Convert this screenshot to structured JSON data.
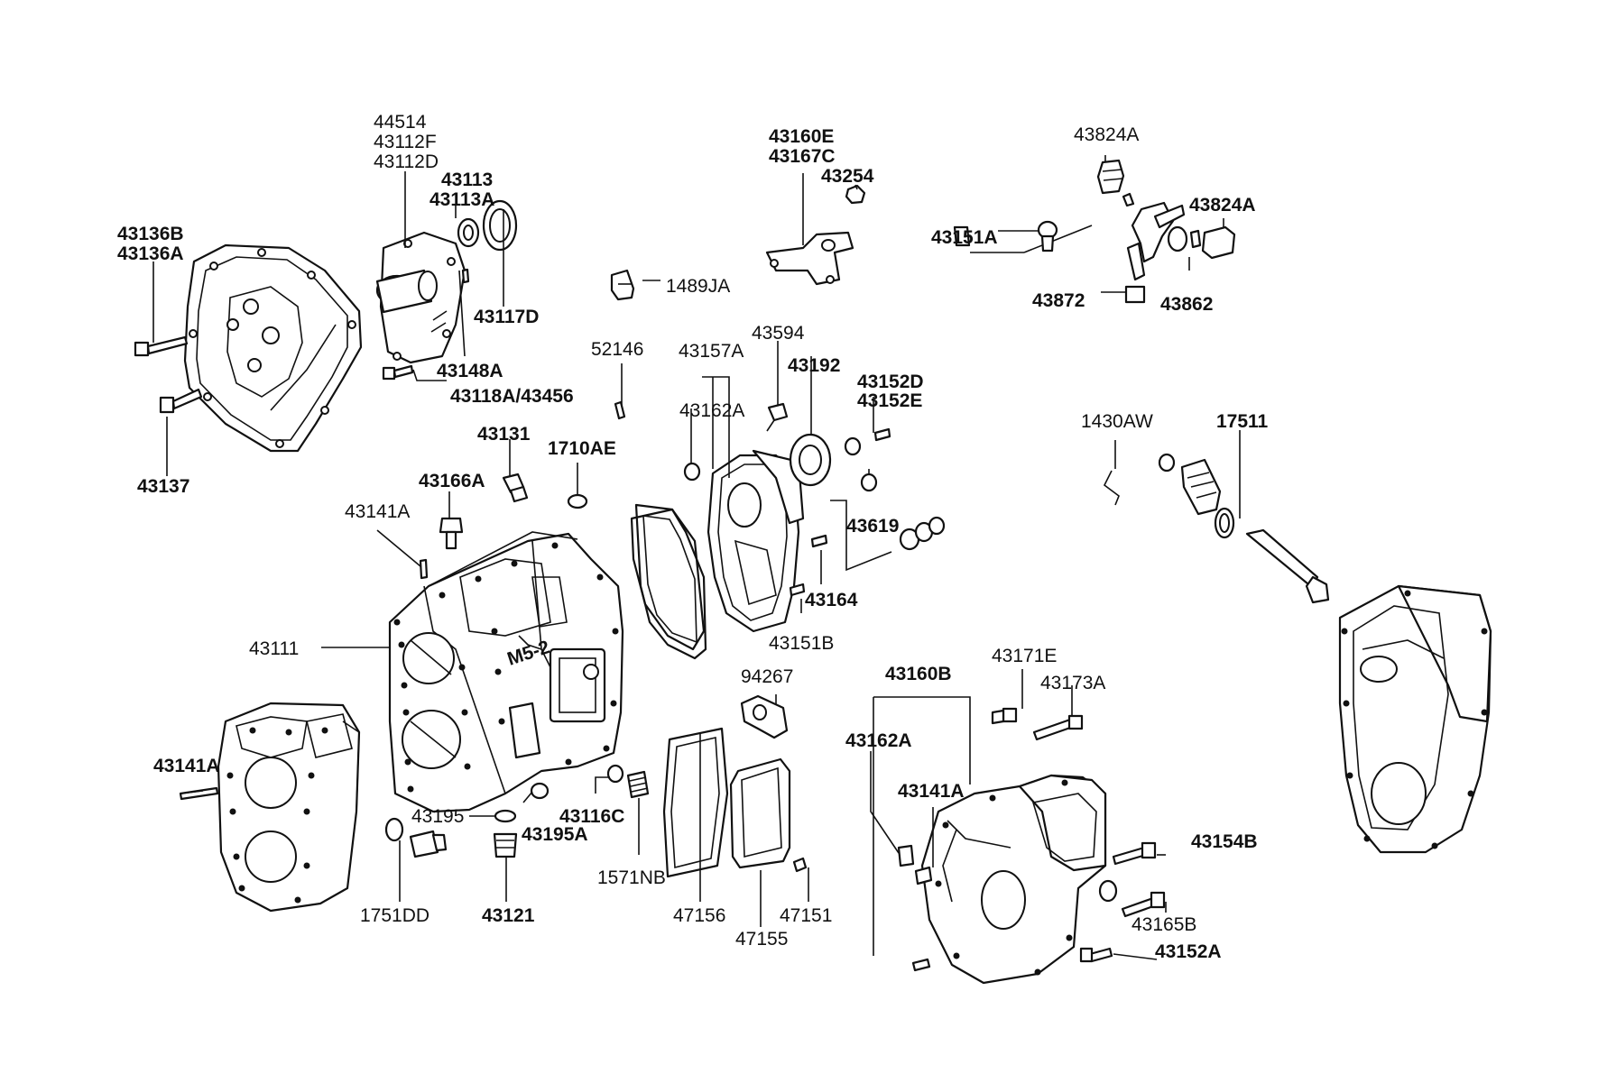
{
  "diagram": {
    "labels": [
      {
        "id": "44514",
        "text": "44514"
      },
      {
        "id": "43112F",
        "text": "43112F"
      },
      {
        "id": "43112D",
        "text": "43112D"
      },
      {
        "id": "43113",
        "text": "43113"
      },
      {
        "id": "43113A",
        "text": "43113A"
      },
      {
        "id": "43136B",
        "text": "43136B"
      },
      {
        "id": "43136A",
        "text": "43136A"
      },
      {
        "id": "43117D",
        "text": "43117D"
      },
      {
        "id": "43148A",
        "text": "43148A"
      },
      {
        "id": "43118A_43456",
        "text": "43118A/43456"
      },
      {
        "id": "43137",
        "text": "43137"
      },
      {
        "id": "43160E",
        "text": "43160E"
      },
      {
        "id": "43167C",
        "text": "43167C"
      },
      {
        "id": "43254",
        "text": "43254"
      },
      {
        "id": "43824A_top",
        "text": "43824A"
      },
      {
        "id": "43824A_right",
        "text": "43824A"
      },
      {
        "id": "43151A",
        "text": "43151A"
      },
      {
        "id": "43872",
        "text": "43872"
      },
      {
        "id": "43862",
        "text": "43862"
      },
      {
        "id": "1489JA",
        "text": "1489JA"
      },
      {
        "id": "52146",
        "text": "52146"
      },
      {
        "id": "43157A",
        "text": "43157A"
      },
      {
        "id": "43594",
        "text": "43594"
      },
      {
        "id": "43192",
        "text": "43192"
      },
      {
        "id": "43152D",
        "text": "43152D"
      },
      {
        "id": "43152E",
        "text": "43152E"
      },
      {
        "id": "43162A_top",
        "text": "43162A"
      },
      {
        "id": "43131",
        "text": "43131"
      },
      {
        "id": "1710AE",
        "text": "1710AE"
      },
      {
        "id": "43166A",
        "text": "43166A"
      },
      {
        "id": "43141A_top",
        "text": "43141A"
      },
      {
        "id": "43619",
        "text": "43619"
      },
      {
        "id": "43164",
        "text": "43164"
      },
      {
        "id": "43151B",
        "text": "43151B"
      },
      {
        "id": "1430AW",
        "text": "1430AW"
      },
      {
        "id": "17511",
        "text": "17511"
      },
      {
        "id": "43111",
        "text": "43111"
      },
      {
        "id": "94267",
        "text": "94267"
      },
      {
        "id": "43160B",
        "text": "43160B"
      },
      {
        "id": "43171E",
        "text": "43171E"
      },
      {
        "id": "43173A",
        "text": "43173A"
      },
      {
        "id": "43162A_bottom",
        "text": "43162A"
      },
      {
        "id": "43141A_left",
        "text": "43141A"
      },
      {
        "id": "43141A_right",
        "text": "43141A"
      },
      {
        "id": "43195",
        "text": "43195"
      },
      {
        "id": "43195A",
        "text": "43195A"
      },
      {
        "id": "43116C",
        "text": "43116C"
      },
      {
        "id": "1571NB",
        "text": "1571NB"
      },
      {
        "id": "43154B",
        "text": "43154B"
      },
      {
        "id": "43165B",
        "text": "43165B"
      },
      {
        "id": "43152A",
        "text": "43152A"
      },
      {
        "id": "1751DD",
        "text": "1751DD"
      },
      {
        "id": "43121",
        "text": "43121"
      },
      {
        "id": "47156",
        "text": "47156"
      },
      {
        "id": "47155",
        "text": "47155"
      },
      {
        "id": "47151",
        "text": "47151"
      }
    ]
  }
}
